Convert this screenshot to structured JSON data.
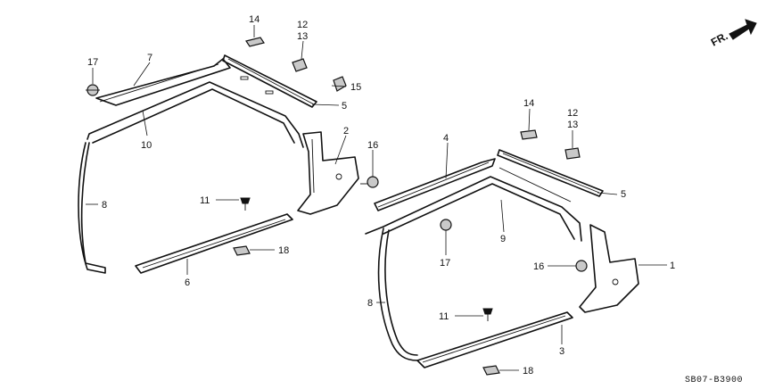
{
  "diagram_code": "SB07-B3900",
  "direction_label": "FR.",
  "callouts": [
    "14",
    "12",
    "13",
    "17",
    "7",
    "15",
    "5",
    "10",
    "2",
    "16",
    "8",
    "11",
    "18",
    "6",
    "4",
    "14",
    "12",
    "13",
    "5",
    "9",
    "17",
    "16",
    "1",
    "8",
    "11",
    "3",
    "18"
  ]
}
